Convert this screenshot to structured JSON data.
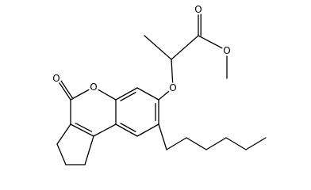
{
  "molecule": {
    "atom_labels": [
      {
        "id": "o_carbonyl",
        "text": "O"
      },
      {
        "id": "o_ring",
        "text": "O"
      },
      {
        "id": "o_ether",
        "text": "O"
      },
      {
        "id": "o_ester_carbonyl",
        "text": "O"
      },
      {
        "id": "o_ester_methoxy",
        "text": "O"
      }
    ],
    "colors": {
      "bond": "#000000",
      "label": "#000000",
      "background": "#ffffff"
    }
  }
}
